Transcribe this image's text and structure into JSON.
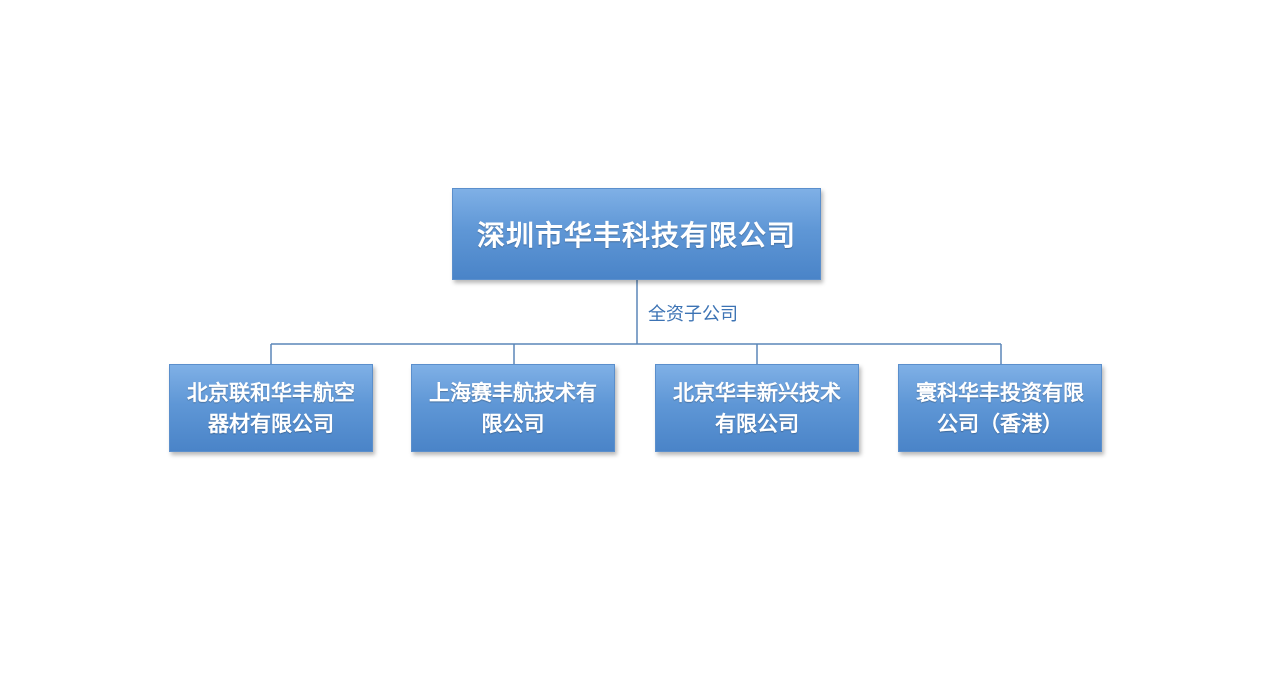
{
  "root": {
    "label": "深圳市华丰科技有限公司"
  },
  "relation_label": "全资子公司",
  "children": [
    {
      "line1": "北京联和华丰航空",
      "line2": "器材有限公司"
    },
    {
      "line1": "上海赛丰航技术有",
      "line2": "限公司"
    },
    {
      "line1": "北京华丰新兴技术",
      "line2": "有限公司"
    },
    {
      "line1": "寰科华丰投资有限",
      "line2": "公司（香港）"
    }
  ],
  "colors": {
    "box_top": "#7fb0e6",
    "box_bottom": "#4a84c8",
    "line": "#5a86b8",
    "label": "#3c73b4"
  }
}
